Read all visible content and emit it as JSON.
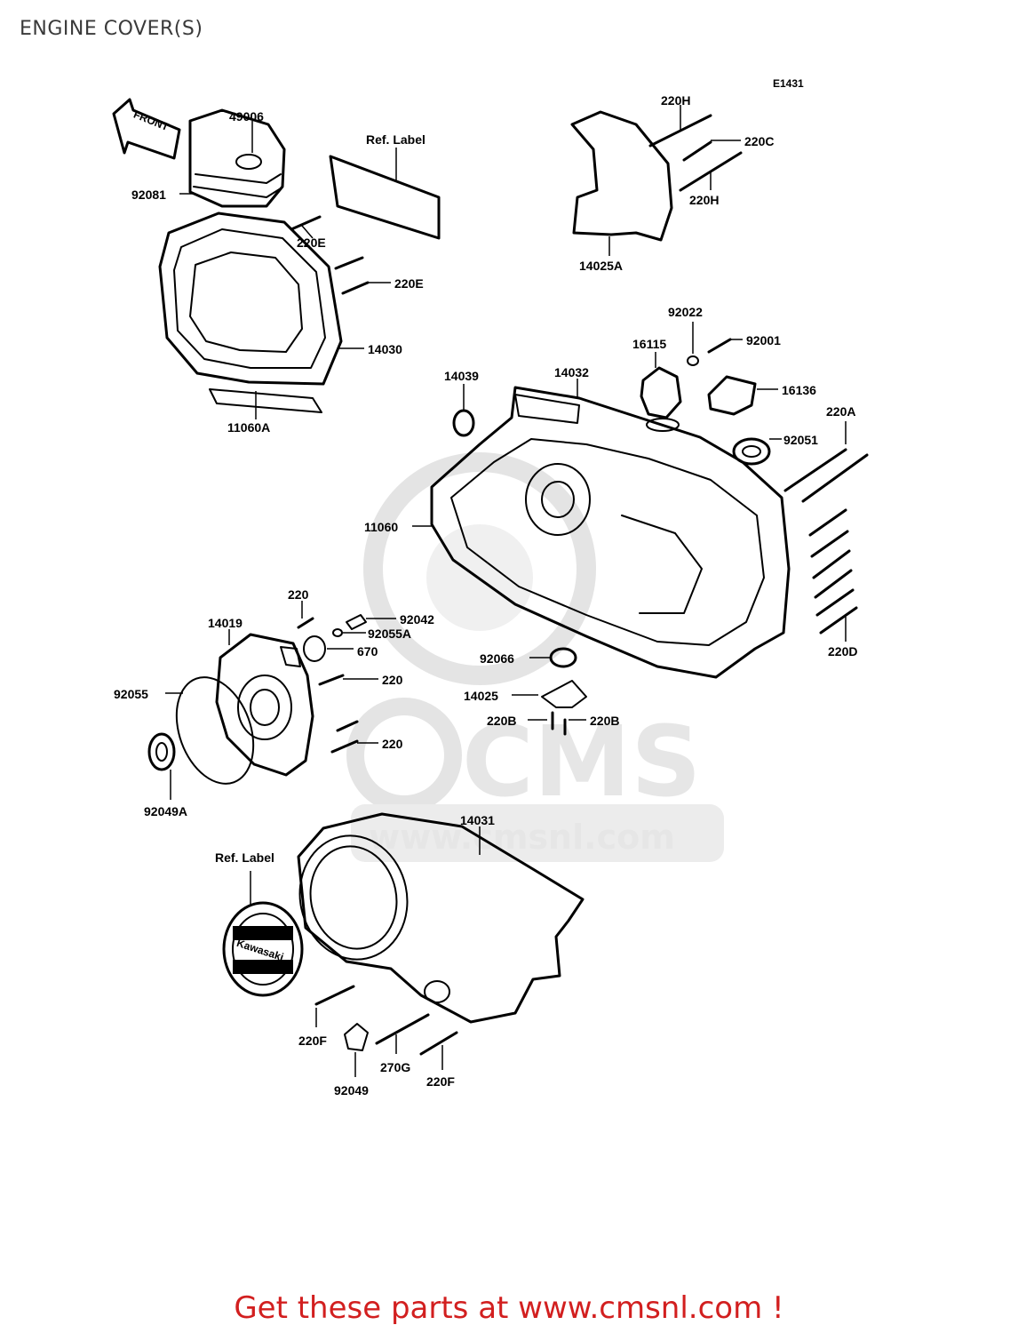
{
  "page": {
    "title": "ENGINE COVER(S)",
    "figure_code": "E1431",
    "footer_cta": "Get these parts at www.cmsnl.com !"
  },
  "watermark": {
    "logo_text": "CMS",
    "url_text": "www.cmsnl.com"
  },
  "diagram": {
    "front_arrow": "FRONT",
    "badge_text": "Kawasaki",
    "parts": {
      "p49006": "49006",
      "p92081": "92081",
      "ref_label_top": "Ref. Label",
      "p220E_a": "220E",
      "p220E_b": "220E",
      "p14030": "14030",
      "p11060A": "11060A",
      "p220H_a": "220H",
      "p220C": "220C",
      "p220H_b": "220H",
      "p14025A": "14025A",
      "p92022": "92022",
      "p92001": "92001",
      "p16115": "16115",
      "p16136": "16136",
      "p14039": "14039",
      "p14032": "14032",
      "p220A": "220A",
      "p92051": "92051",
      "p11060": "11060",
      "p220D": "220D",
      "p220_a": "220",
      "p92042": "92042",
      "p92055A": "92055A",
      "p670": "670",
      "p14019": "14019",
      "p220_b": "220",
      "p220_c": "220",
      "p92055": "92055",
      "p92049A": "92049A",
      "p92066": "92066",
      "p14025": "14025",
      "p220B_a": "220B",
      "p220B_b": "220B",
      "p14031": "14031",
      "ref_label_bottom": "Ref. Label",
      "p220F_a": "220F",
      "p270G": "270G",
      "p220F_b": "220F",
      "p92049": "92049"
    }
  }
}
